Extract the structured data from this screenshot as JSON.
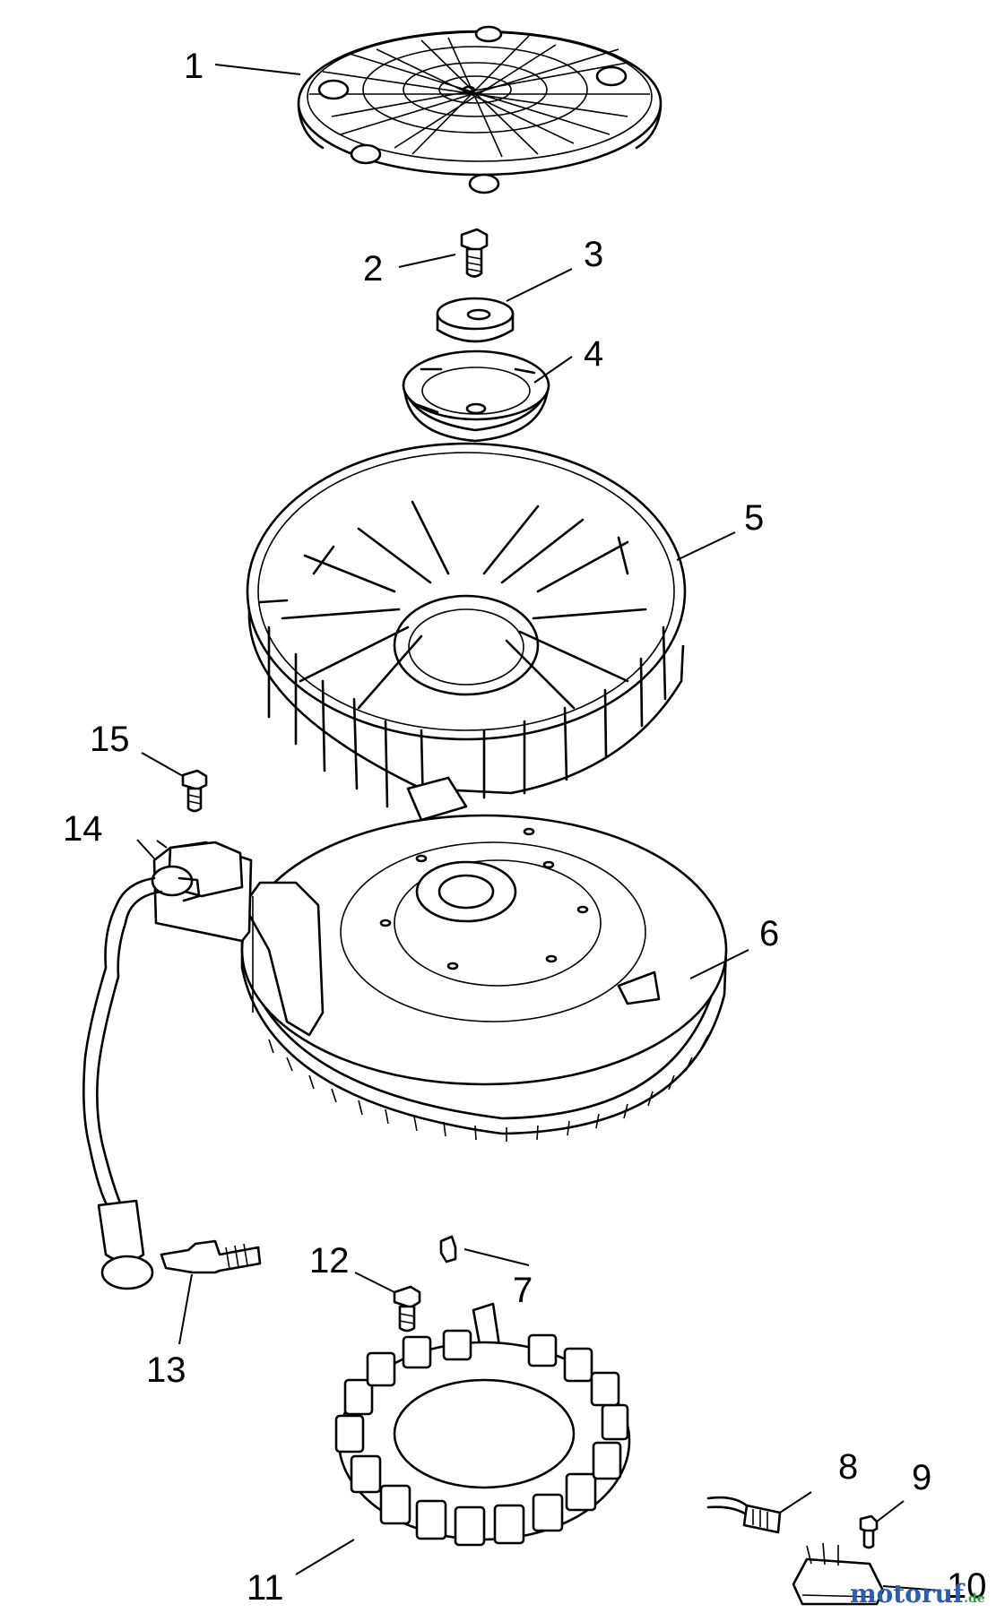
{
  "callouts": [
    {
      "id": "1",
      "label": "1"
    },
    {
      "id": "2",
      "label": "2"
    },
    {
      "id": "3",
      "label": "3"
    },
    {
      "id": "4",
      "label": "4"
    },
    {
      "id": "5",
      "label": "5"
    },
    {
      "id": "6",
      "label": "6"
    },
    {
      "id": "7",
      "label": "7"
    },
    {
      "id": "8",
      "label": "8"
    },
    {
      "id": "9",
      "label": "9"
    },
    {
      "id": "10",
      "label": "10"
    },
    {
      "id": "11",
      "label": "11"
    },
    {
      "id": "12",
      "label": "12"
    },
    {
      "id": "13",
      "label": "13"
    },
    {
      "id": "14",
      "label": "14"
    },
    {
      "id": "15",
      "label": "15"
    }
  ],
  "watermark": {
    "text": "motoruf",
    "suffix": ".de",
    "colors": [
      "#2a5fb0",
      "#d9302c",
      "#2e9e3e",
      "#e0a21c"
    ]
  }
}
